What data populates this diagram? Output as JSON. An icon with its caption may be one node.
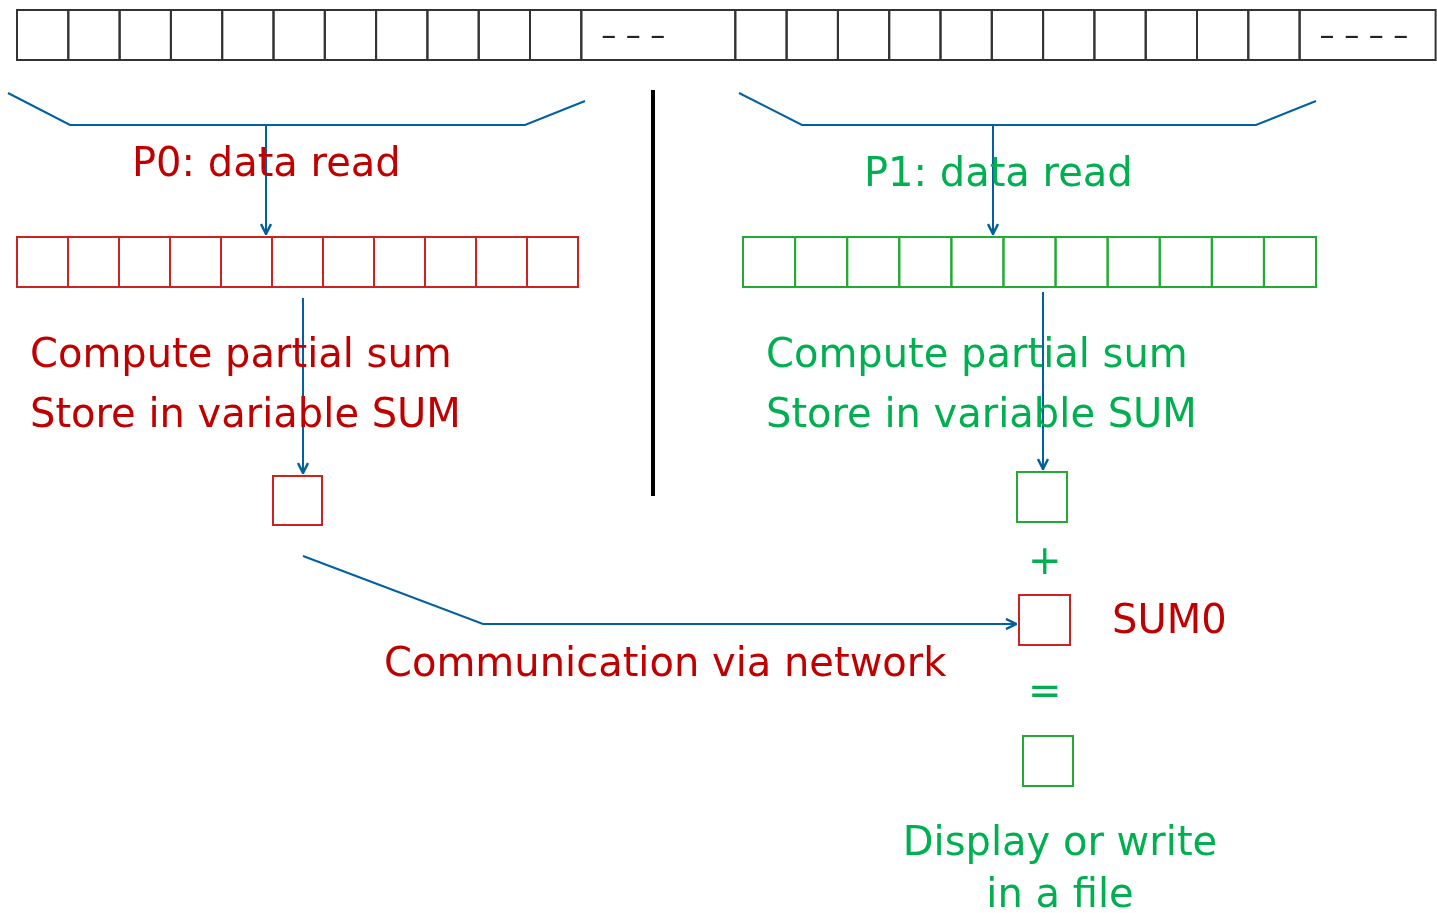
{
  "diagram": {
    "nodes": [
      {
        "text": [
          "– – –",
          "– – – –"
        ]
      },
      {
        "text": [],
        "shape": "box"
      },
      {
        "text": [],
        "shape": "box"
      },
      {
        "text": [],
        "shape": "box"
      },
      {
        "text": [],
        "shape": "box"
      },
      {
        "text": [],
        "shape": "box",
        "beside": [
          "SUM0"
        ]
      },
      {
        "text": [],
        "shape": "box",
        "beside": [
          "Display or write in a file"
        ]
      }
    ],
    "edges": [
      {
        "from": 0,
        "to": 1,
        "arrow": "to",
        "label": "P0: data read"
      },
      {
        "from": 0,
        "to": 2,
        "arrow": "to",
        "label": "P1: data read"
      },
      {
        "from": 1,
        "to": 3,
        "arrow": "to",
        "label": "Compute partial sum Store in variable SUM"
      },
      {
        "from": 2,
        "to": 4,
        "arrow": "to",
        "label": "Compute partial sum Store in variable SUM"
      },
      {
        "from": 3,
        "to": 5,
        "arrow": "to",
        "label": "Communication via network"
      }
    ],
    "labels": [
      "+",
      "="
    ]
  }
}
